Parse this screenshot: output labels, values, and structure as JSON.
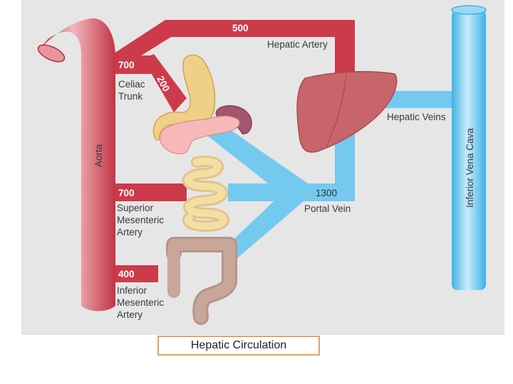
{
  "colors": {
    "background": "#e6e6e6",
    "artery": "#cd3b4b",
    "vein": "#74c9ef",
    "liver": "#c7656a",
    "stomach": "#f0cf86",
    "pancreas": "#f7b8b8",
    "spleen": "#a4566e",
    "intestine": "#f3dfa4",
    "colon": "#c9a69a"
  },
  "labels": {
    "aorta": "Aorta",
    "inferior_vena_cava": "Inferior Vena Cava",
    "hepatic_artery": "Hepatic Artery",
    "hepatic_artery_flow": "500",
    "celiac_flow": "700",
    "celiac_line1": "Celiac",
    "celiac_line2": "Trunk",
    "gastric_flow": "200",
    "hepatic_veins": "Hepatic Veins",
    "sma_flow": "700",
    "sma_line1": "Superior",
    "sma_line2": "Mesenteric",
    "sma_line3": "Artery",
    "portal_flow": "1300",
    "portal_vein": "Portal Vein",
    "ima_flow": "400",
    "ima_line1": "Inferior",
    "ima_line2": "Mesenteric",
    "ima_line3": "Artery"
  },
  "caption": "Hepatic Circulation"
}
